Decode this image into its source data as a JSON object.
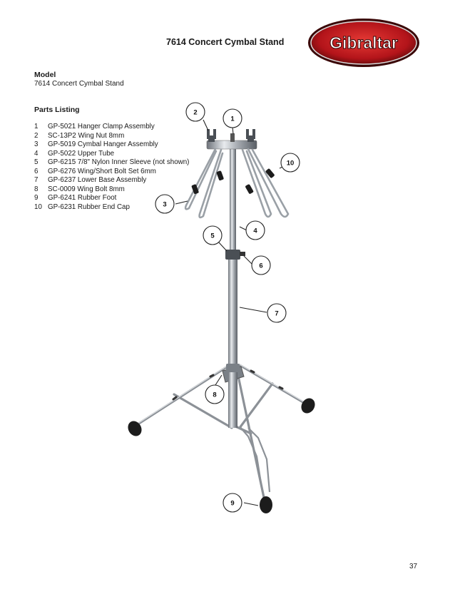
{
  "header": {
    "title": "7614 Concert Cymbal Stand",
    "logo_text": "Gibraltar"
  },
  "model": {
    "heading": "Model",
    "name": "7614 Concert Cymbal Stand"
  },
  "parts": {
    "heading": "Parts Listing",
    "items": [
      {
        "num": "1",
        "text": "GP-5021 Hanger Clamp Assembly"
      },
      {
        "num": "2",
        "text": "SC-13P2 Wing Nut 8mm"
      },
      {
        "num": "3",
        "text": "GP-5019 Cymbal Hanger Assembly"
      },
      {
        "num": "4",
        "text": "GP-5022 Upper Tube"
      },
      {
        "num": "5",
        "text": "GP-6215 7/8\" Nylon Inner Sleeve (not shown)"
      },
      {
        "num": "6",
        "text": "GP-6276 Wing/Short Bolt Set 6mm"
      },
      {
        "num": "7",
        "text": "GP-6237 Lower Base Assembly"
      },
      {
        "num": "8",
        "text": "SC-0009 Wing Bolt 8mm"
      },
      {
        "num": "9",
        "text": "GP-6241 Rubber Foot"
      },
      {
        "num": "10",
        "text": "GP-6231 Rubber End Cap"
      }
    ]
  },
  "callouts": [
    "1",
    "2",
    "3",
    "4",
    "5",
    "6",
    "7",
    "8",
    "9",
    "10"
  ],
  "page_number": "37",
  "colors": {
    "logo_red": "#c4161c",
    "logo_dark": "#5a0a0a",
    "chrome": "#9aa0a6",
    "rubber": "#1c1c1c"
  }
}
